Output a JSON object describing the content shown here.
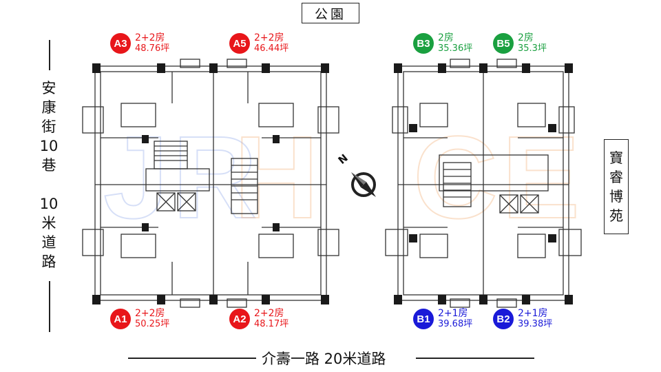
{
  "labels": {
    "top": "公園",
    "right": [
      "寶",
      "睿",
      "博",
      "苑"
    ],
    "left": [
      "安",
      "康",
      "街",
      "10",
      "巷",
      "",
      "10",
      "米",
      "道",
      "路"
    ],
    "bottom": "介壽一路  20米道路"
  },
  "compass": {
    "letter": "N"
  },
  "units": [
    {
      "id": "A3",
      "rooms": "2+2房",
      "area": "48.76坪",
      "color": "#e8161a"
    },
    {
      "id": "A5",
      "rooms": "2+2房",
      "area": "46.44坪",
      "color": "#e8161a"
    },
    {
      "id": "B3",
      "rooms": "2房",
      "area": "35.36坪",
      "color": "#1aa040"
    },
    {
      "id": "B5",
      "rooms": "2房",
      "area": "35.3坪",
      "color": "#1aa040"
    },
    {
      "id": "A1",
      "rooms": "2+2房",
      "area": "50.25坪",
      "color": "#e8161a"
    },
    {
      "id": "A2",
      "rooms": "2+2房",
      "area": "48.17坪",
      "color": "#e8161a"
    },
    {
      "id": "B1",
      "rooms": "2+1房",
      "area": "39.68坪",
      "color": "#1a1ad8"
    },
    {
      "id": "B2",
      "rooms": "2+1房",
      "area": "39.38坪",
      "color": "#1a1ad8"
    }
  ]
}
